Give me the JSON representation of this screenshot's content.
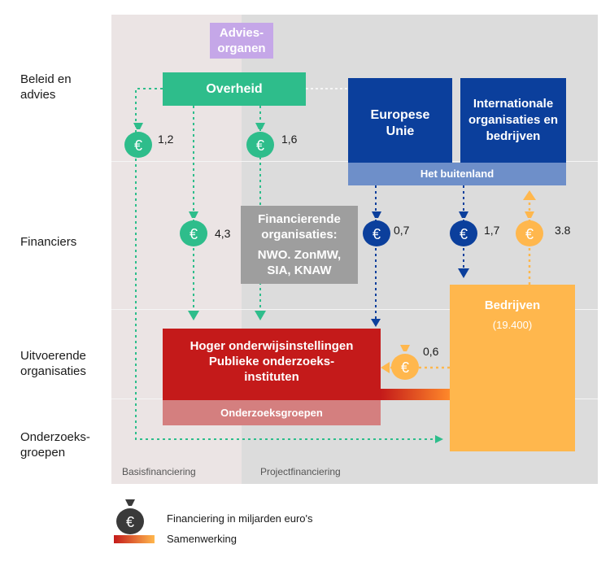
{
  "levels": {
    "beleid": "Beleid en\nadvies",
    "financiers": "Financiers",
    "uitvoerend": "Uitvoerende\norganisaties",
    "groepen": "Onderzoeks-\ngroepen"
  },
  "zones": {
    "basis": "Basisfinanciering",
    "project": "Projectfinanciering"
  },
  "boxes": {
    "advies": "Advies-\norganen",
    "overheid": "Overheid",
    "eu": "Europese\nUnie",
    "internationaal": "Internationale\norganisaties en\nbedrijven",
    "buitenland": "Het buitenland",
    "financierend_title": "Financierende\norganisaties:",
    "financierend_names": "NWO. ZonMW,\nSIA, KNAW",
    "hoger": "Hoger onderwijsinstellingen\nPublieke onderzoeks-\ninstituten",
    "onderzoeksgroepen": "Onderzoeksgroepen",
    "bedrijven": "Bedrijven",
    "bedrijven_count": "(19.400)"
  },
  "amounts": {
    "a1": "1,2",
    "a2": "1,6",
    "a3": "4,3",
    "a4": "0,7",
    "a5": "1,7",
    "a6": "3.8",
    "a7": "0,6"
  },
  "legend": {
    "financiering": "Financiering in miljarden euro's",
    "samenwerking": "Samenwerking"
  },
  "colors": {
    "green": "#2ebd8b",
    "blue": "#0b3f9c",
    "red": "#c41a1a",
    "orange": "#ffb74d",
    "grey": "#9e9e9e",
    "purple": "#c5a7e8"
  }
}
